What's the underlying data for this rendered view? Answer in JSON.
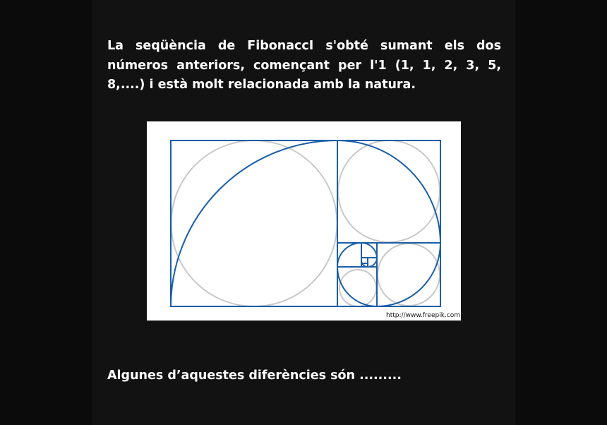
{
  "intro_text": "La seqüència de FibonaccI s'obté sumant els dos números anteriors, començant per l'1 (1, 1, 2, 3, 5, 8,....) i està molt relacionada amb la natura.",
  "figure": {
    "credit": "http://www.freepik.com",
    "stroke_color": "#1a5ea8",
    "circle_color": "#c8c8c8"
  },
  "footer_text": "Algunes d’aquestes diferències són ........."
}
